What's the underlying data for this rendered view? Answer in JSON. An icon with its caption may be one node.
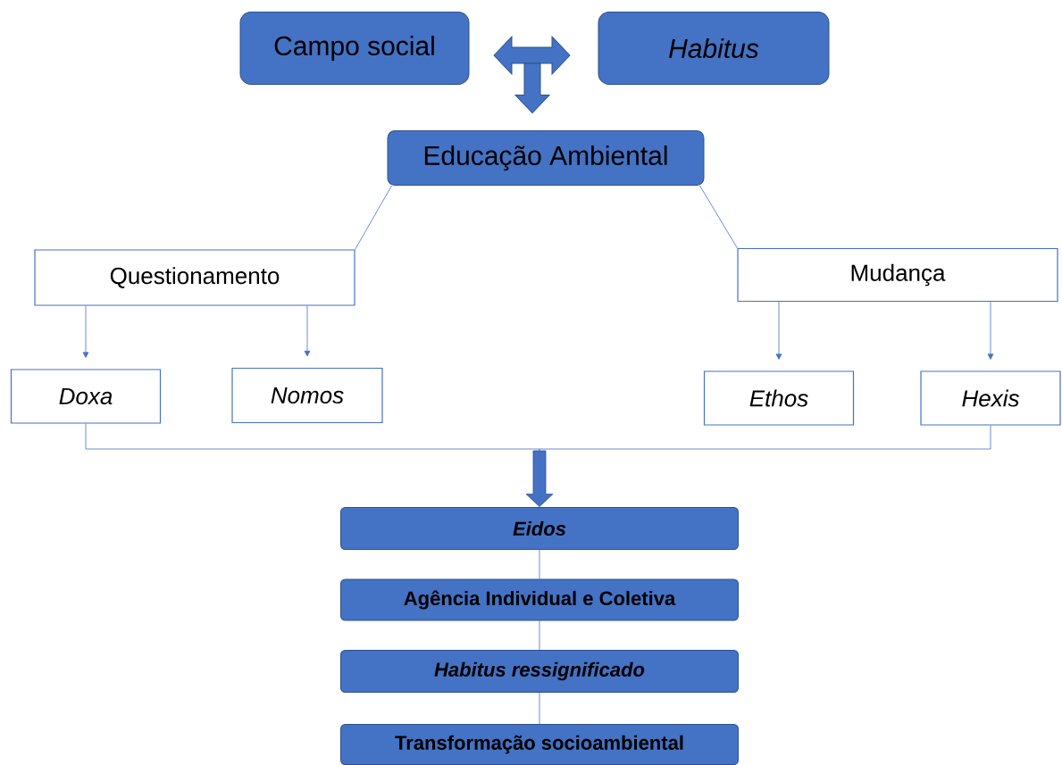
{
  "diagram": {
    "nodes": [
      {
        "text": [
          "Campo social"
        ]
      },
      {
        "text": [
          "Habitus"
        ]
      },
      {
        "text": [
          "Educação Ambiental"
        ]
      },
      {
        "text": [
          "Questionamento"
        ]
      },
      {
        "text": [
          "Mudança"
        ]
      },
      {
        "text": [
          "Doxa"
        ]
      },
      {
        "text": [
          "Nomos"
        ]
      },
      {
        "text": [
          "Ethos"
        ]
      },
      {
        "text": [
          "Hexis"
        ]
      },
      {
        "text": [
          "Eidos"
        ]
      },
      {
        "text": [
          "Agência Individual e Coletiva"
        ]
      },
      {
        "text": [
          "Habitus ressignificado"
        ]
      },
      {
        "text": [
          "Transformação socioambiental"
        ]
      }
    ],
    "edges": [
      {
        "from": 0,
        "to": 1,
        "arrow": "both",
        "style": "thick"
      },
      {
        "from": null,
        "to": 2,
        "arrow": "to",
        "style": "thick"
      },
      {
        "from": 2,
        "to": 3,
        "arrow": "none"
      },
      {
        "from": 2,
        "to": 4,
        "arrow": "none"
      },
      {
        "from": 3,
        "to": 5,
        "arrow": "to"
      },
      {
        "from": 3,
        "to": 6,
        "arrow": "to"
      },
      {
        "from": 4,
        "to": 7,
        "arrow": "to"
      },
      {
        "from": 4,
        "to": 8,
        "arrow": "to"
      },
      {
        "from": 5,
        "to": 9,
        "arrow": "to"
      },
      {
        "from": 8,
        "to": 9,
        "arrow": "to"
      },
      {
        "from": 9,
        "to": 10,
        "arrow": "none"
      },
      {
        "from": 10,
        "to": 11,
        "arrow": "none"
      },
      {
        "from": 11,
        "to": 12,
        "arrow": "none"
      }
    ]
  }
}
